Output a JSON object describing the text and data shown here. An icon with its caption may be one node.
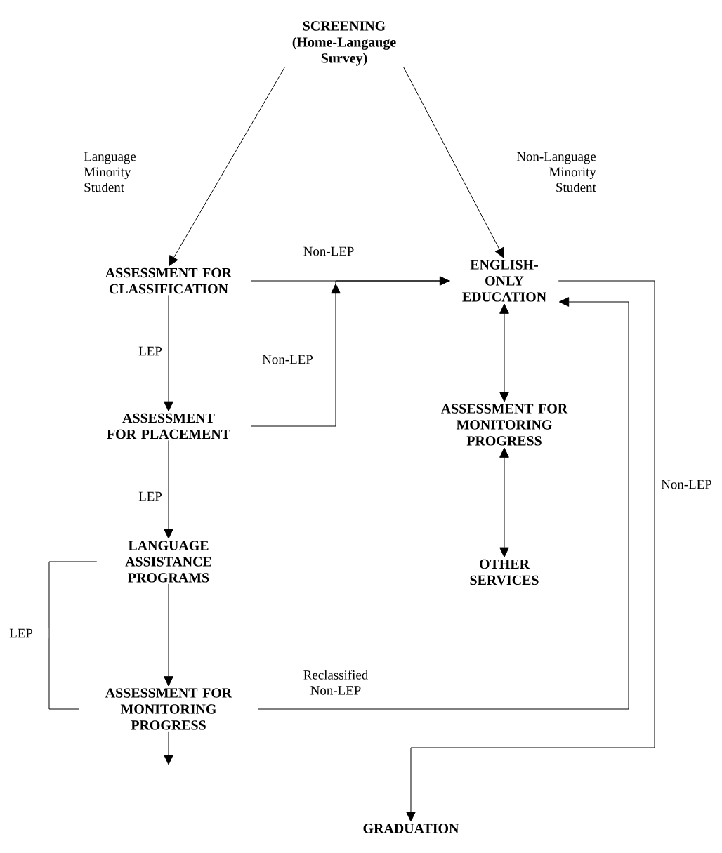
{
  "diagram": {
    "nodes": [
      {
        "text": [
          "SCREENING (Home-Langauge Survey)"
        ]
      },
      {
        "text": [
          "ASSESSMENT FOR CLASSIFICATION"
        ]
      },
      {
        "text": [
          "ENGLISH-ONLY EDUCATION"
        ]
      },
      {
        "text": [
          "ASSESSMENT FOR PLACEMENT"
        ]
      },
      {
        "text": [
          "ASSESSMENT FOR MONITORING PROGRESS"
        ]
      },
      {
        "text": [
          "LANGUAGE ASSISTANCE PROGRAMS"
        ]
      },
      {
        "text": [
          "OTHER SERVICES"
        ]
      },
      {
        "text": [
          "ASSESSMENT FOR MONITORING PROGRESS"
        ]
      },
      {
        "text": [
          "GRADUATION"
        ]
      }
    ],
    "edges": [
      {
        "from": 0,
        "to": 1,
        "arrow": "to",
        "label": "Language Minority Student"
      },
      {
        "from": 0,
        "to": 2,
        "arrow": "to",
        "label": "Non-Language Minority Student"
      },
      {
        "from": 1,
        "to": 2,
        "arrow": "to",
        "label": "Non-LEP"
      },
      {
        "from": 1,
        "to": 3,
        "arrow": "to",
        "label": "LEP"
      },
      {
        "from": 3,
        "to": 2,
        "arrow": "to",
        "label": "Non-LEP"
      },
      {
        "from": 2,
        "to": 4,
        "arrow": "both"
      },
      {
        "from": 4,
        "to": 6,
        "arrow": "both"
      },
      {
        "from": 3,
        "to": 5,
        "arrow": "to",
        "label": "LEP"
      },
      {
        "from": 5,
        "to": 7,
        "arrow": "to"
      },
      {
        "from": 7,
        "to": 5,
        "arrow": "none",
        "label": "LEP"
      },
      {
        "from": 7,
        "to": 2,
        "arrow": "to",
        "label": "Reclassified Non-LEP"
      },
      {
        "from": 2,
        "to": 8,
        "arrow": "to",
        "label": "Non-LEP"
      },
      {
        "from": 7,
        "to": null,
        "arrow": "to"
      }
    ]
  }
}
